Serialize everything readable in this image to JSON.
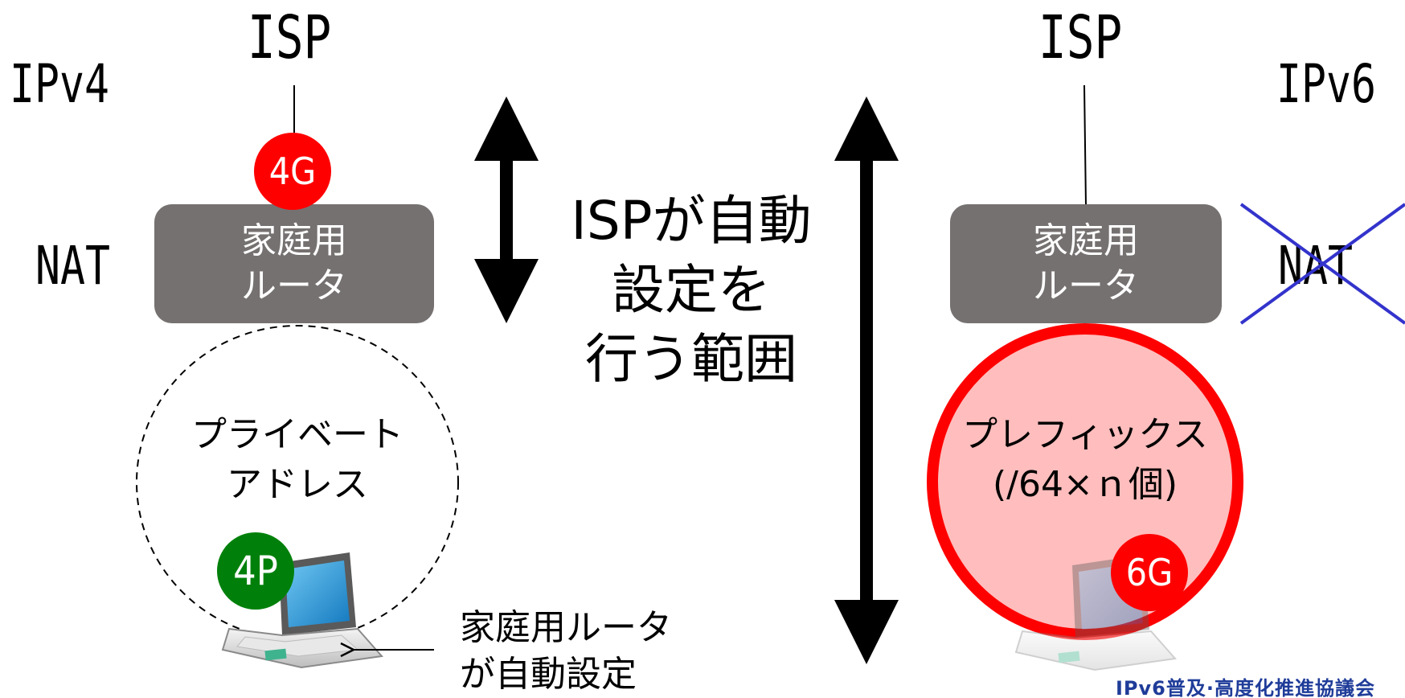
{
  "ipv4": {
    "label": "IPv4",
    "isp": "ISP",
    "nat": "NAT",
    "router_line1": "家庭用",
    "router_line2": "ルータ",
    "global_badge": "4G",
    "private_badge": "4P",
    "private_line1": "プライベート",
    "private_line2": "アドレス",
    "note_line1": "家庭用ルータ",
    "note_line2": "が自動設定"
  },
  "center": {
    "line1": "ISPが自動",
    "line2": "設定を",
    "line3": "行う範囲"
  },
  "ipv6": {
    "label": "IPv6",
    "isp": "ISP",
    "nat_crossed": "NAT",
    "router_line1": "家庭用",
    "router_line2": "ルータ",
    "prefix_line1": "プレフィックス",
    "prefix_line2": "(/64×ｎ個)",
    "global_badge": "6G"
  },
  "footer": "IPv6普及·高度化推進協議会",
  "colors": {
    "router_fill": "#767171",
    "global_badge": "#ff0000",
    "private_badge": "#00800a",
    "prefix_circle_fill": "#ffbdbd",
    "prefix_circle_stroke": "#ff0000",
    "nat_cross": "#3333cc",
    "footer": "#1f3c99"
  }
}
